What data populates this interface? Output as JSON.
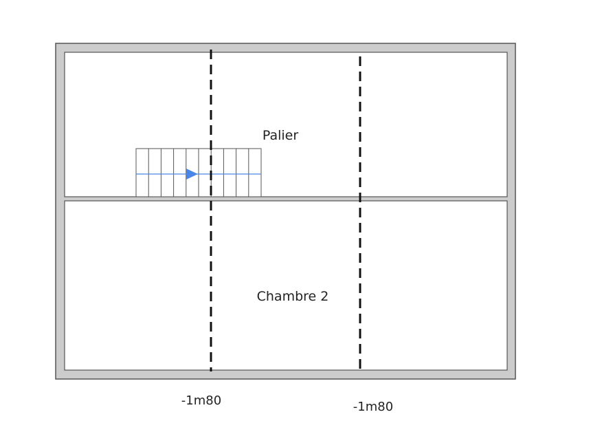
{
  "rooms": {
    "palier": "Palier",
    "chambre": "Chambre 2"
  },
  "dimensions": {
    "left_height": "-1m80",
    "right_height": "-1m80"
  },
  "colors": {
    "wall": "#cccccc",
    "outline": "#555555",
    "dashed_line": "#111111",
    "stair_arrow": "#4a86e8"
  },
  "icons": {
    "stair_direction": "arrow-right-icon"
  },
  "stair": {
    "step_count": 10
  }
}
